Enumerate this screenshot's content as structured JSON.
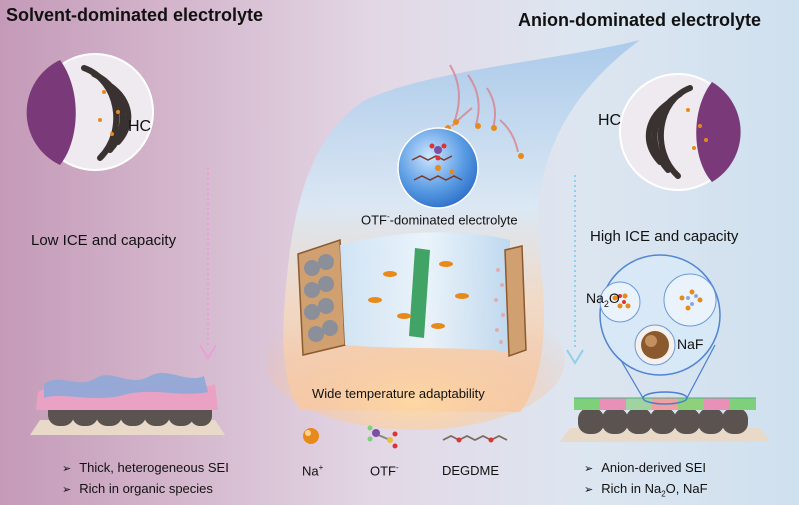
{
  "left_panel": {
    "title": "Solvent-dominated electrolyte",
    "hc_label": "HC",
    "result": "Low ICE and capacity",
    "bullets": [
      "Thick, heterogeneous SEI",
      "Rich in organic species"
    ]
  },
  "right_panel": {
    "title": "Anion-dominated electrolyte",
    "hc_label": "HC",
    "result": "High ICE and capacity",
    "species": {
      "na2o": {
        "base": "Na",
        "sub": "2",
        "rest": "O"
      },
      "naf": "NaF"
    },
    "bullets": [
      {
        "text": "Anion-derived SEI"
      },
      {
        "prefix": "Rich in Na",
        "sub": "2",
        "suffix": "O, NaF"
      }
    ]
  },
  "center_panel": {
    "sphere_label": {
      "base": "OTF",
      "sup": "-",
      "rest": "-dominated electrolyte"
    },
    "bottom_label": "Wide temperature adaptability"
  },
  "legend": {
    "na": {
      "base": "Na",
      "sup": "+"
    },
    "otf": {
      "base": "OTF",
      "sup": "-"
    },
    "degdme": "DEGDME"
  },
  "colors": {
    "left_bg": "#c49ab8",
    "right_bg": "#cfe0ef",
    "hard_carbon": "#3a3230",
    "na_ion": "#e88a1a",
    "sphere": "#4a8ee0",
    "sei_left": "#8fa9d8",
    "sei_left_pink": "#e39ac0",
    "arrow_left": "#e9a0d6",
    "arrow_right": "#8fd0ea"
  }
}
